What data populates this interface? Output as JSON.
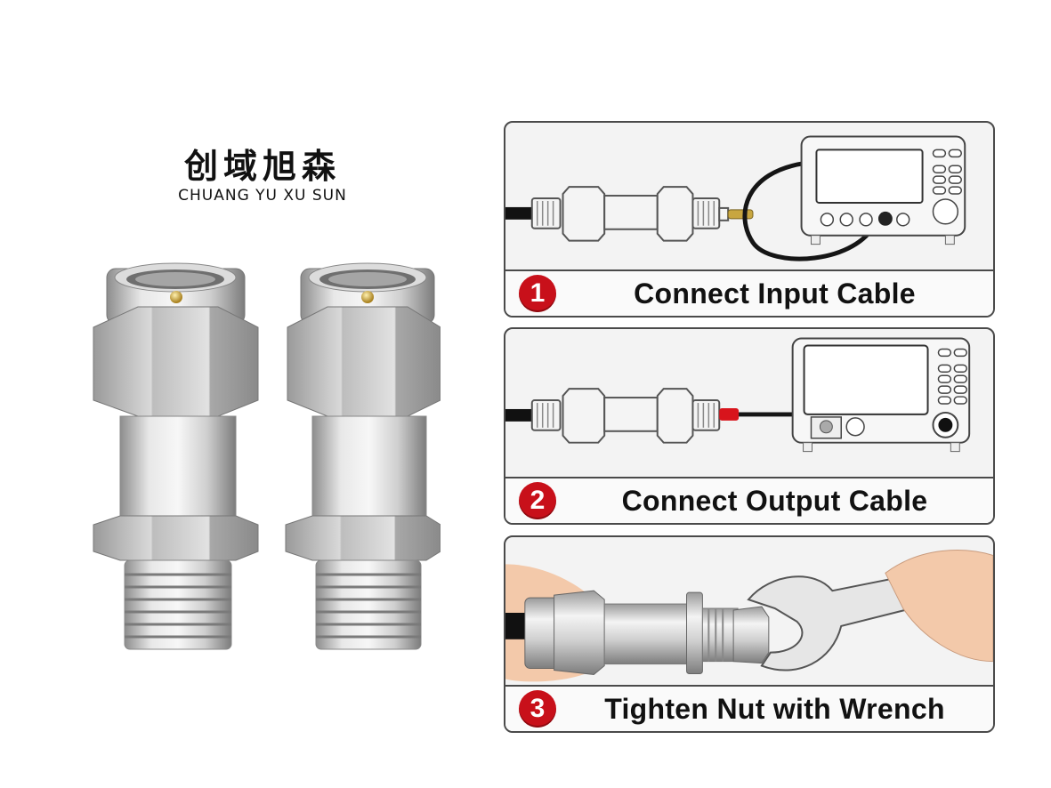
{
  "brand": {
    "name_cn": "创域旭森",
    "name_en": "CHUANG YU XU SUN"
  },
  "product": {
    "description": "Two stainless steel coaxial RF attenuator / adapter connectors with gold center pin",
    "count": 2
  },
  "steps": [
    {
      "number": "1",
      "label": "Connect Input Cable",
      "illustration": "connector-to-instrument-input"
    },
    {
      "number": "2",
      "label": "Connect Output Cable",
      "illustration": "connector-to-instrument-output"
    },
    {
      "number": "3",
      "label": "Tighten Nut with Wrench",
      "illustration": "hand-wrench-tighten"
    }
  ],
  "colors": {
    "badge": "#c8101a",
    "panel_border": "#4a4a4a",
    "panel_bg": "#f3f3f3",
    "metal": "#c9c9c9",
    "gold": "#c8a640",
    "skin": "#f3c9aa",
    "cable_red": "#d8141c"
  }
}
